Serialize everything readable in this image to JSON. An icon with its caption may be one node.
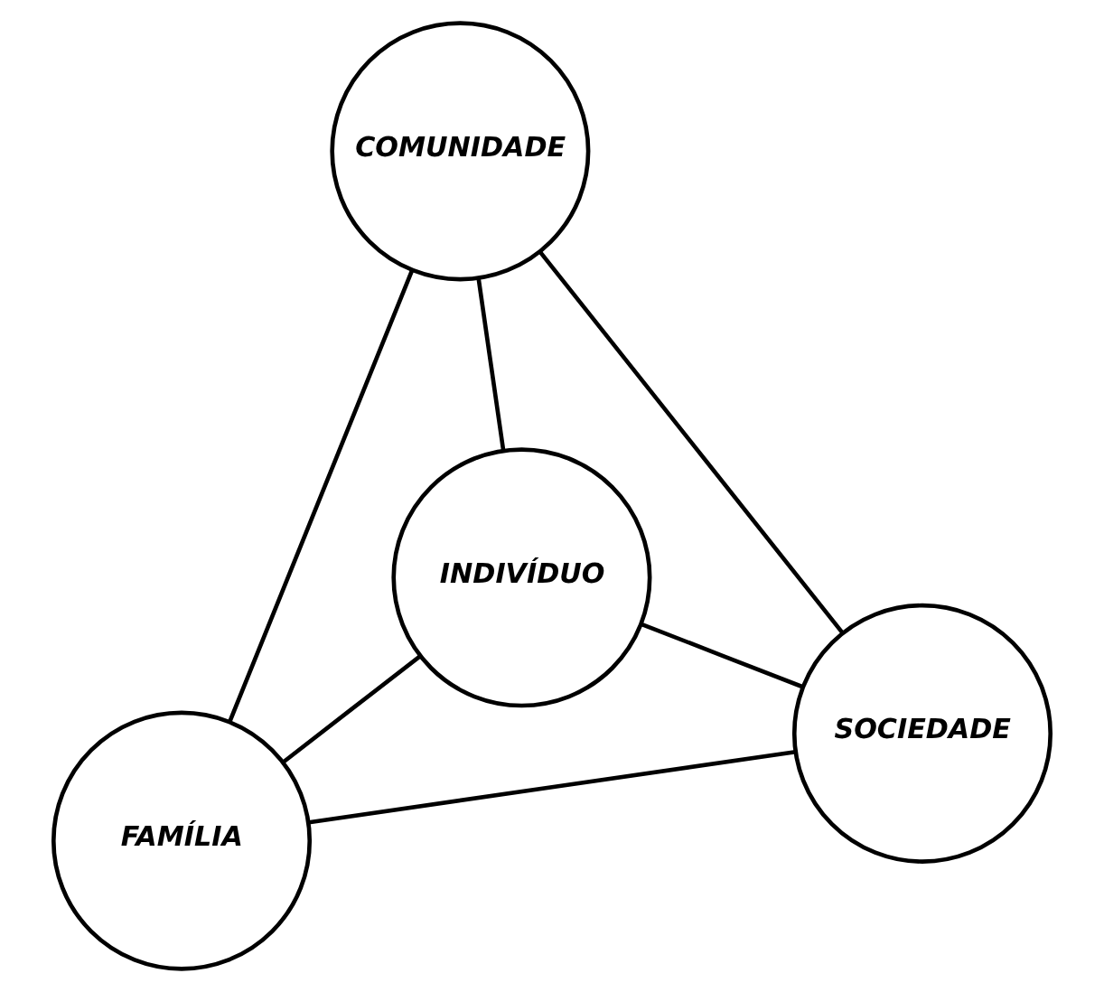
{
  "diagram": {
    "nodes": [
      {
        "text": [
          "FAMÍLIA"
        ]
      },
      {
        "text": [
          "SOCIEDADE"
        ]
      },
      {
        "text": [
          "INDIVÍDUO"
        ]
      },
      {
        "text": [
          "COMUNIDADE"
        ]
      }
    ],
    "edges": [
      {
        "from": 0,
        "to": 1,
        "arrow": "none"
      },
      {
        "from": 0,
        "to": 2,
        "arrow": "none"
      },
      {
        "from": 2,
        "to": 1,
        "arrow": "none"
      },
      {
        "from": 0,
        "to": 3,
        "arrow": "none"
      },
      {
        "from": 2,
        "to": 3,
        "arrow": "none"
      },
      {
        "from": 1,
        "to": 3,
        "arrow": "none"
      }
    ]
  }
}
